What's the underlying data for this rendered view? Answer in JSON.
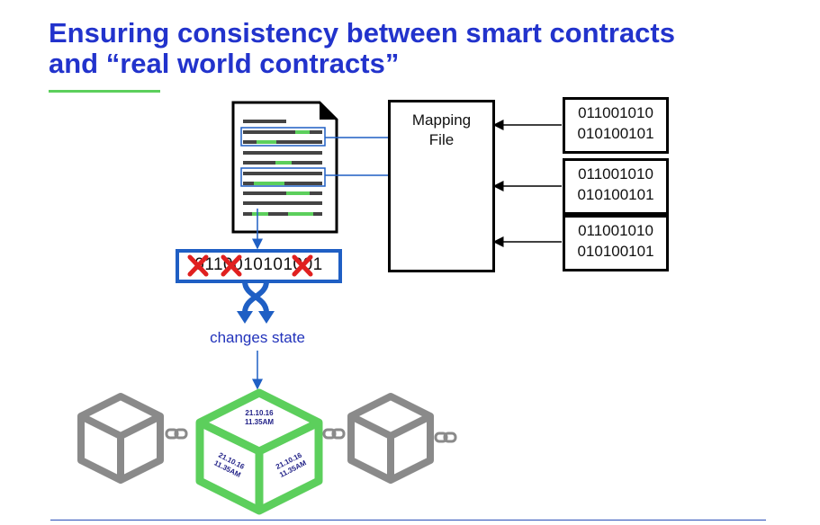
{
  "title": {
    "line1": "Ensuring consistency between smart contracts",
    "line2": "and “real world contracts”"
  },
  "mapping_file": {
    "label_line1": "Mapping",
    "label_line2": "File"
  },
  "binary_boxes": [
    {
      "line1": "011001010",
      "line2": "010100101"
    },
    {
      "line1": "011001010",
      "line2": "010100101"
    },
    {
      "line1": "011001010",
      "line2": "010100101"
    }
  ],
  "bitstring": "0110010101001",
  "changes_state_label": "changes state",
  "center_block": {
    "top_date": "21.10.16",
    "top_time": "11.35AM",
    "left_date": "21.10.16",
    "left_time": "11.35AM",
    "right_date": "21.10.16",
    "right_time": "11.35AM"
  },
  "colors": {
    "title": "#2233cc",
    "accent_green": "#5ccf5c",
    "arrow_blue": "#1f5fc4",
    "block_gray": "#8a8a8a",
    "cross_red": "#e02020"
  }
}
